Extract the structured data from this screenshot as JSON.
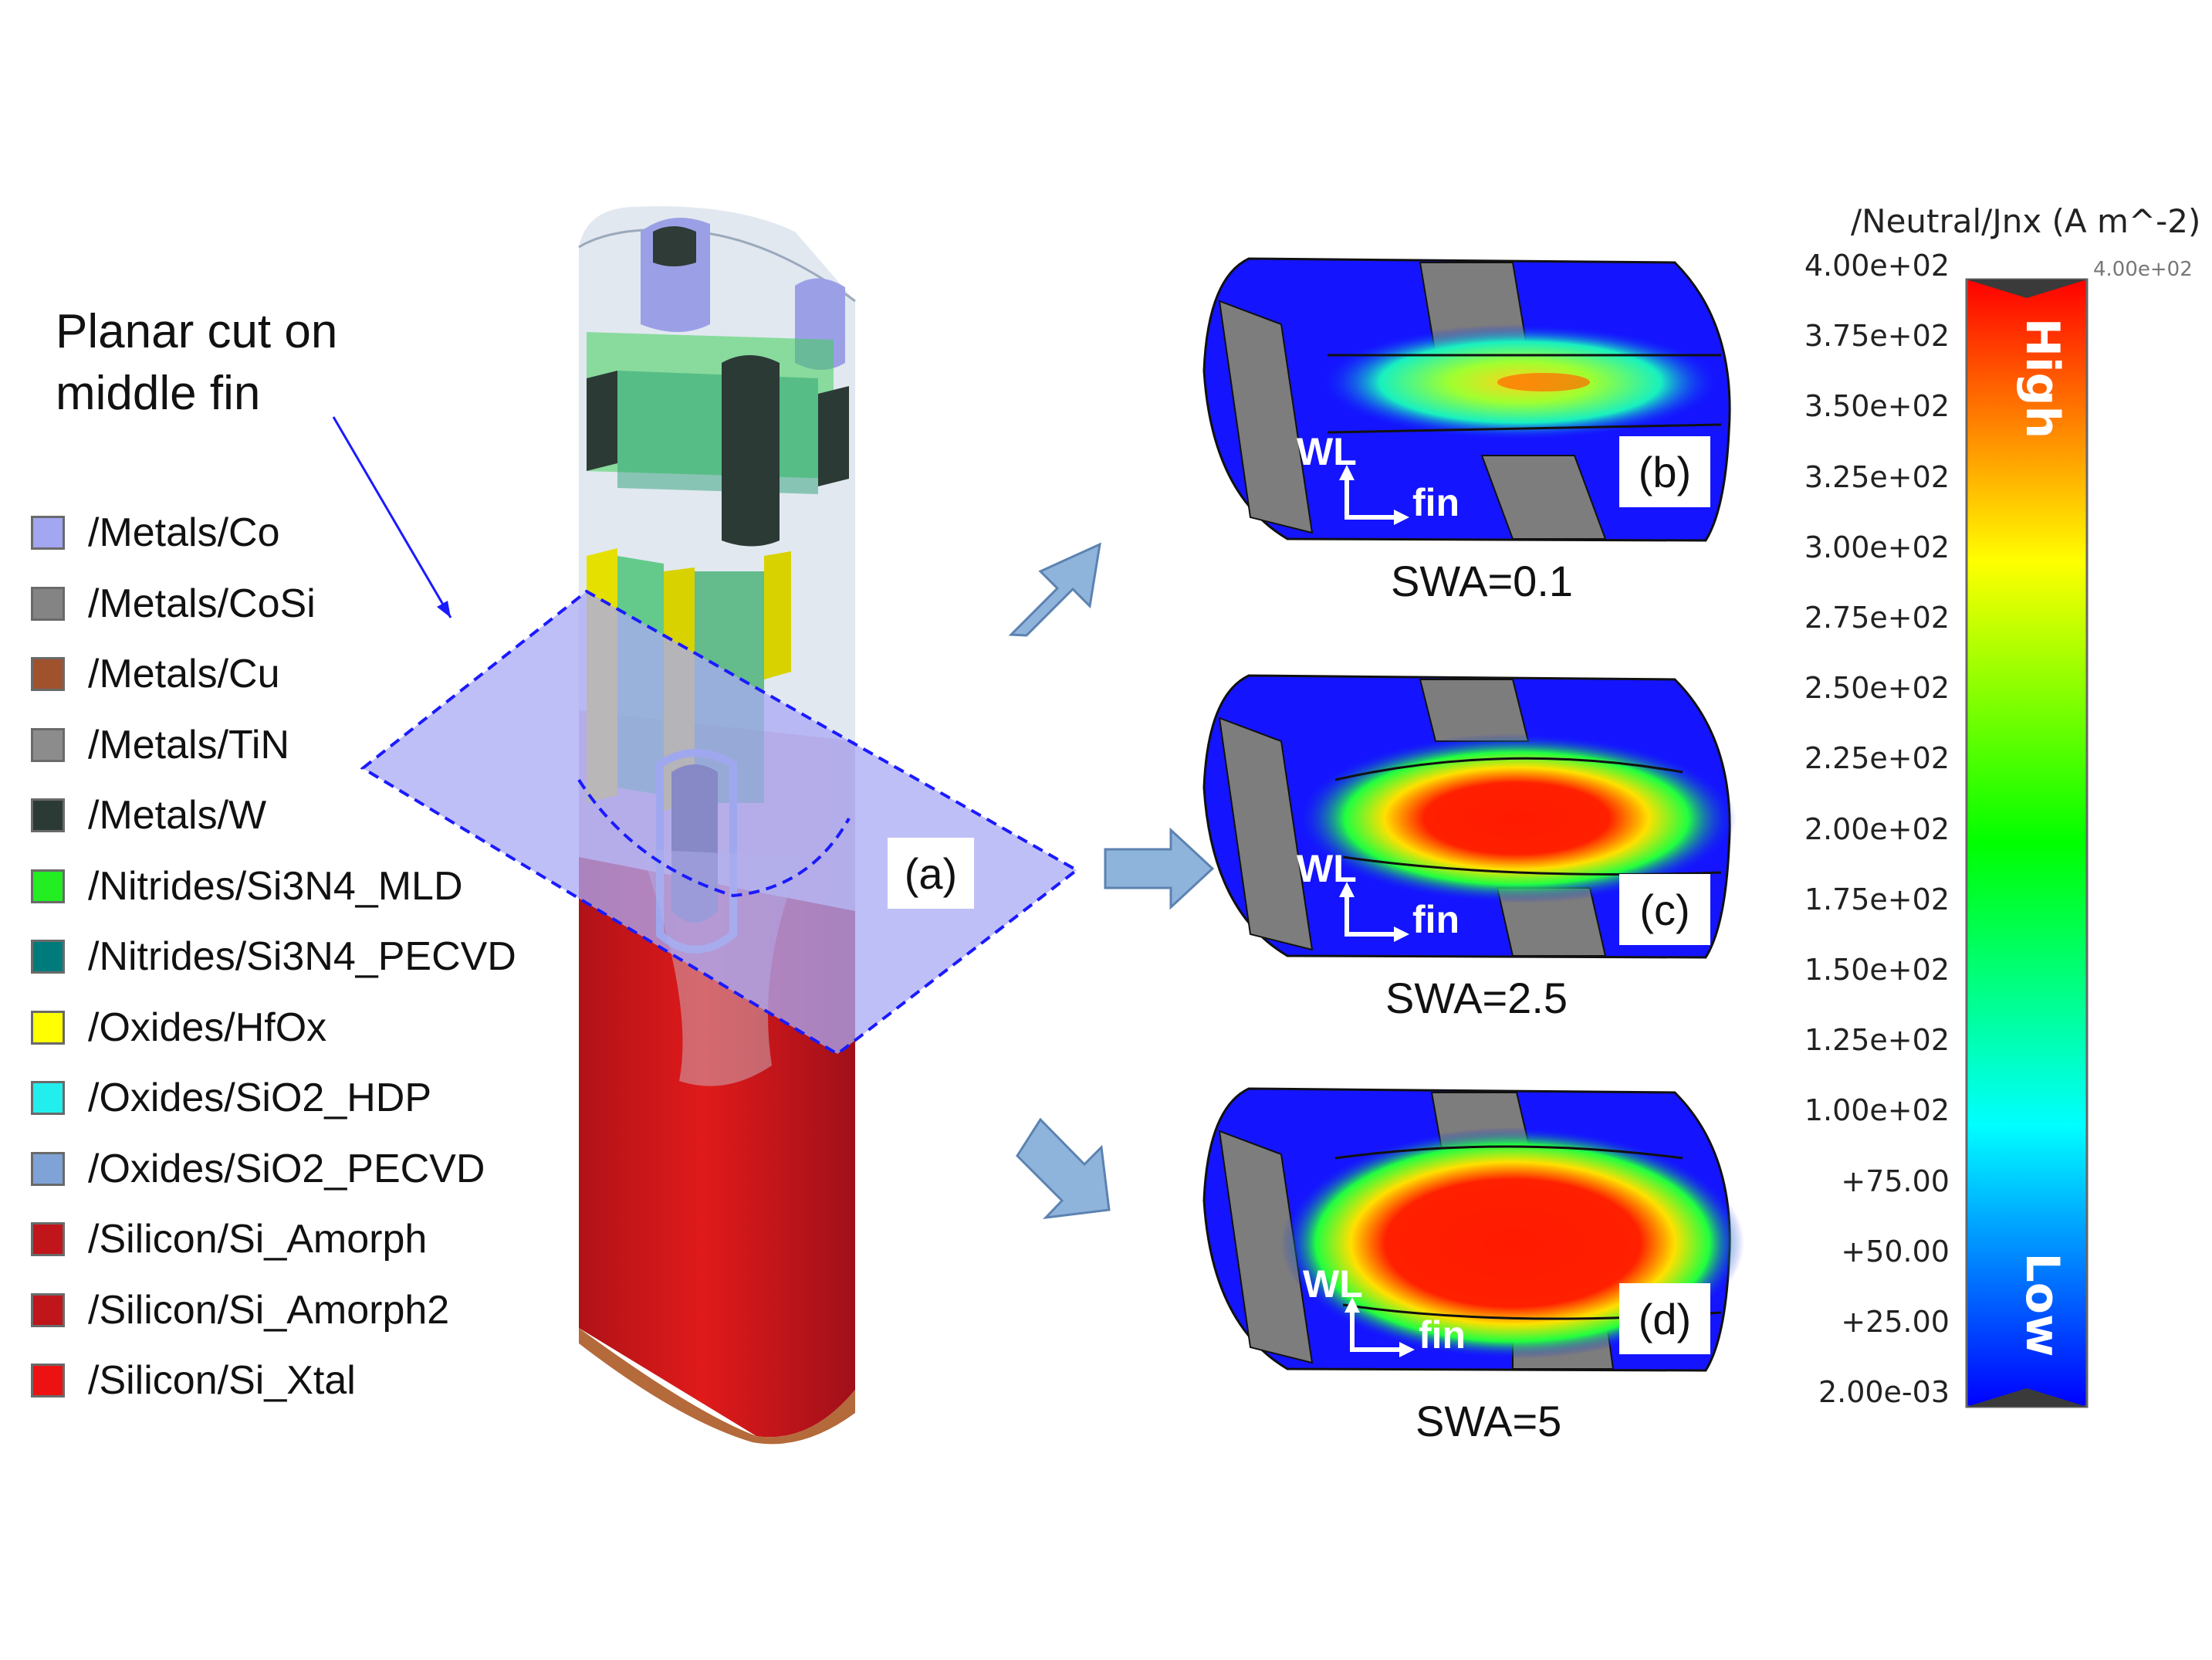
{
  "callout": {
    "line1": "Planar cut on",
    "line2": "middle fin"
  },
  "legend": [
    {
      "label": "/Metals/Co",
      "color": "#a3a6f0"
    },
    {
      "label": "/Metals/CoSi",
      "color": "#848484"
    },
    {
      "label": "/Metals/Cu",
      "color": "#a0522d"
    },
    {
      "label": "/Metals/TiN",
      "color": "#8c8c8c"
    },
    {
      "label": "/Metals/W",
      "color": "#2c3a35"
    },
    {
      "label": "/Nitrides/Si3N4_MLD",
      "color": "#22ee22"
    },
    {
      "label": "/Nitrides/Si3N4_PECVD",
      "color": "#007b7b"
    },
    {
      "label": "/Oxides/HfOx",
      "color": "#ffff00"
    },
    {
      "label": "/Oxides/SiO2_HDP",
      "color": "#22eeee"
    },
    {
      "label": "/Oxides/SiO2_PECVD",
      "color": "#7fa3d6"
    },
    {
      "label": "/Silicon/Si_Amorph",
      "color": "#c0151a"
    },
    {
      "label": "/Silicon/Si_Amorph2",
      "color": "#c0151a"
    },
    {
      "label": "/Silicon/Si_Xtal",
      "color": "#ee1111"
    }
  ],
  "panels": {
    "a": {
      "label": "(a)"
    },
    "b": {
      "label": "(b)",
      "swa": "SWA=0.1",
      "wl": "WL",
      "fin": "fin"
    },
    "c": {
      "label": "(c)",
      "swa": "SWA=2.5",
      "wl": "WL",
      "fin": "fin"
    },
    "d": {
      "label": "(d)",
      "swa": "SWA=5",
      "wl": "WL",
      "fin": "fin"
    }
  },
  "colorbar": {
    "title": "/Neutral/Jnx (A m^-2)",
    "ticks": [
      "4.00e+02",
      "3.75e+02",
      "3.50e+02",
      "3.25e+02",
      "3.00e+02",
      "2.75e+02",
      "2.50e+02",
      "2.25e+02",
      "2.00e+02",
      "1.75e+02",
      "1.50e+02",
      "1.25e+02",
      "1.00e+02",
      "+75.00",
      "+50.00",
      "+25.00",
      "2.00e-03"
    ],
    "small_max": "4.00e+02",
    "high_label": "High",
    "low_label": "Low"
  },
  "colors": {
    "arrow": "#8fb4dc",
    "field_low": "#1414ff",
    "field_high": "#ff1a00",
    "cut_plane": "#aaaaf5"
  }
}
